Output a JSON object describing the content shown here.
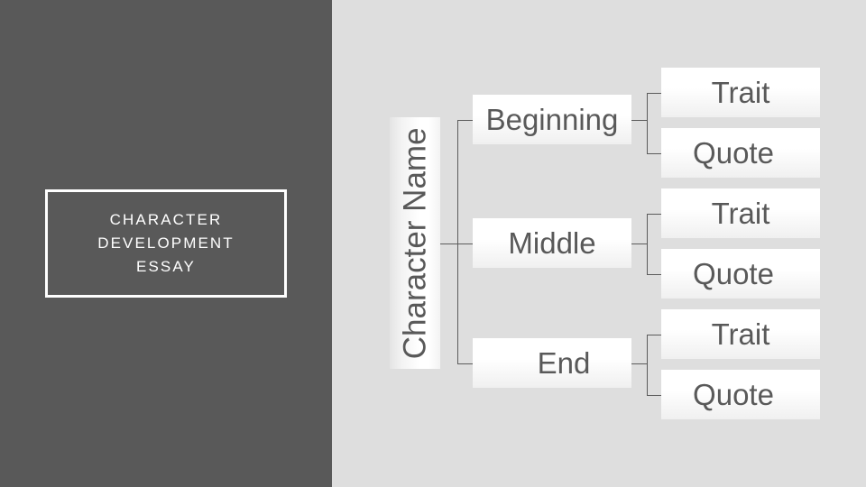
{
  "slide": {
    "background_color": "#DEDEDE",
    "panel_color": "#595959",
    "node_text_color": "#595959",
    "connector_color": "#5B5B5B"
  },
  "title_panel": {
    "title": "CHARACTER\nDEVELOPMENT\nESSAY"
  },
  "diagram": {
    "type": "org-chart",
    "root": {
      "label": "Character Name",
      "orientation": "vertical"
    },
    "stages": [
      {
        "label": "Beginning"
      },
      {
        "label": "Middle"
      },
      {
        "label": "End"
      }
    ],
    "leaves": [
      {
        "label": "Trait"
      },
      {
        "label": "Quote"
      },
      {
        "label": "Trait"
      },
      {
        "label": "Quote"
      },
      {
        "label": "Trait"
      },
      {
        "label": "Quote"
      }
    ]
  }
}
